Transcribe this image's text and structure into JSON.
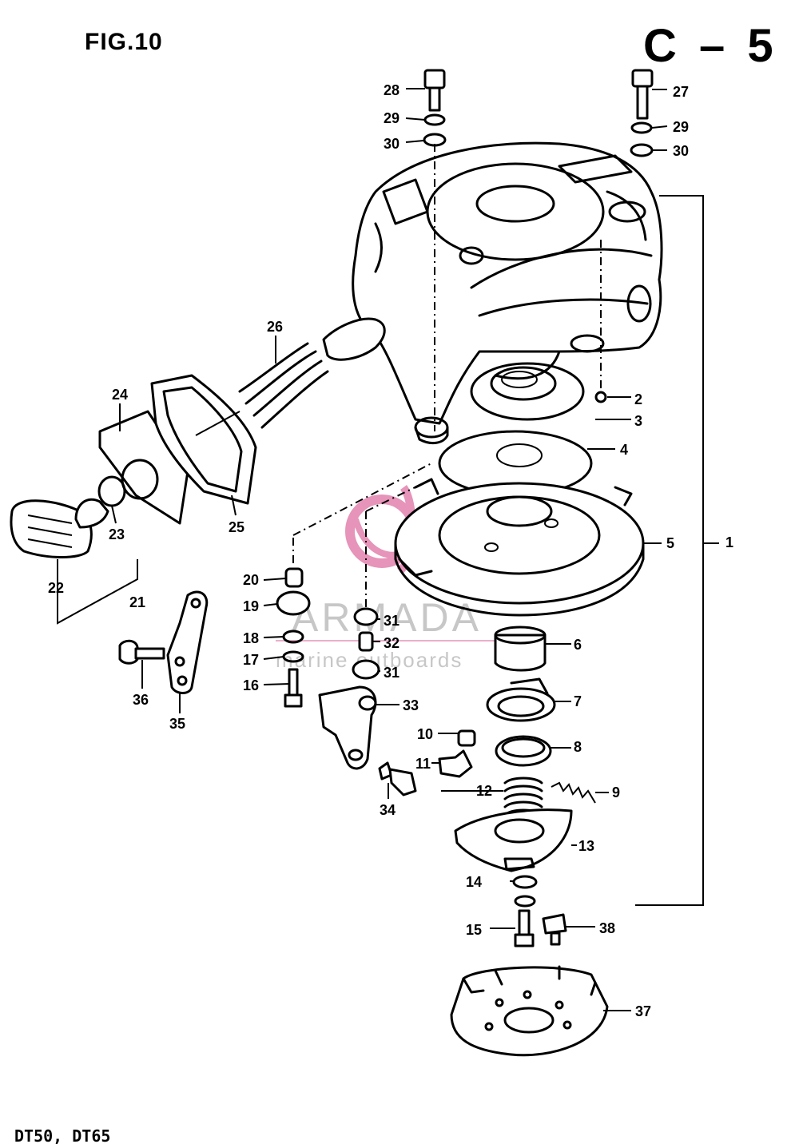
{
  "header": {
    "figure_label": "FIG.10",
    "page_code": "C – 5"
  },
  "footer": {
    "models": "DT50, DT65"
  },
  "watermark": {
    "title": "ARMADA",
    "subtitle": "marine outboards",
    "accent_color": "#e07aa8"
  },
  "callouts": [
    {
      "id": "1",
      "label": "1"
    },
    {
      "id": "2",
      "label": "2"
    },
    {
      "id": "3",
      "label": "3"
    },
    {
      "id": "4",
      "label": "4"
    },
    {
      "id": "5",
      "label": "5"
    },
    {
      "id": "6",
      "label": "6"
    },
    {
      "id": "7",
      "label": "7"
    },
    {
      "id": "8",
      "label": "8"
    },
    {
      "id": "9",
      "label": "9"
    },
    {
      "id": "10",
      "label": "10"
    },
    {
      "id": "11",
      "label": "11"
    },
    {
      "id": "12",
      "label": "12"
    },
    {
      "id": "13",
      "label": "13"
    },
    {
      "id": "14",
      "label": "14"
    },
    {
      "id": "15",
      "label": "15"
    },
    {
      "id": "16",
      "label": "16"
    },
    {
      "id": "17",
      "label": "17"
    },
    {
      "id": "18",
      "label": "18"
    },
    {
      "id": "19",
      "label": "19"
    },
    {
      "id": "20",
      "label": "20"
    },
    {
      "id": "21",
      "label": "21"
    },
    {
      "id": "22",
      "label": "22"
    },
    {
      "id": "23",
      "label": "23"
    },
    {
      "id": "24",
      "label": "24"
    },
    {
      "id": "25",
      "label": "25"
    },
    {
      "id": "26",
      "label": "26"
    },
    {
      "id": "27",
      "label": "27"
    },
    {
      "id": "28",
      "label": "28"
    },
    {
      "id": "29a",
      "label": "29"
    },
    {
      "id": "29b",
      "label": "29"
    },
    {
      "id": "30a",
      "label": "30"
    },
    {
      "id": "30b",
      "label": "30"
    },
    {
      "id": "31a",
      "label": "31"
    },
    {
      "id": "31b",
      "label": "31"
    },
    {
      "id": "32",
      "label": "32"
    },
    {
      "id": "33",
      "label": "33"
    },
    {
      "id": "34",
      "label": "34"
    },
    {
      "id": "35",
      "label": "35"
    },
    {
      "id": "36",
      "label": "36"
    },
    {
      "id": "37",
      "label": "37"
    },
    {
      "id": "38",
      "label": "38"
    }
  ]
}
